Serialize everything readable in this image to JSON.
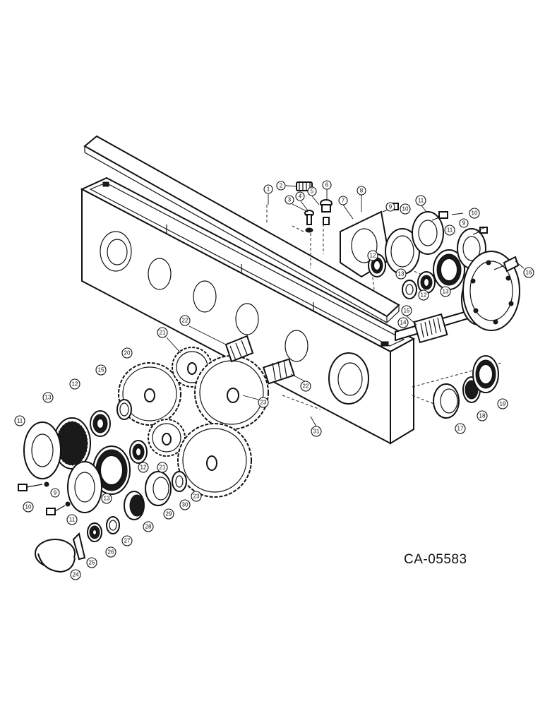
{
  "drawing": {
    "code": "CA-05583"
  },
  "callouts": [
    {
      "id": "c1",
      "label": "1"
    },
    {
      "id": "c2",
      "label": "2"
    },
    {
      "id": "c3",
      "label": "3"
    },
    {
      "id": "c4",
      "label": "4"
    },
    {
      "id": "c5",
      "label": "5"
    },
    {
      "id": "c6",
      "label": "6"
    },
    {
      "id": "c7",
      "label": "7"
    },
    {
      "id": "c8",
      "label": "8"
    },
    {
      "id": "c9a",
      "label": "9"
    },
    {
      "id": "c10a",
      "label": "10"
    },
    {
      "id": "c11a",
      "label": "11"
    },
    {
      "id": "c10b",
      "label": "10"
    },
    {
      "id": "c9b",
      "label": "9"
    },
    {
      "id": "c11b",
      "label": "11"
    },
    {
      "id": "c12a",
      "label": "12"
    },
    {
      "id": "c13a",
      "label": "13"
    },
    {
      "id": "c12b",
      "label": "12"
    },
    {
      "id": "c13b",
      "label": "13"
    },
    {
      "id": "c16",
      "label": "16"
    },
    {
      "id": "c15a",
      "label": "15"
    },
    {
      "id": "c14",
      "label": "14"
    },
    {
      "id": "c22a",
      "label": "22"
    },
    {
      "id": "c21a",
      "label": "21"
    },
    {
      "id": "c20",
      "label": "20"
    },
    {
      "id": "c15b",
      "label": "15"
    },
    {
      "id": "c12c",
      "label": "12"
    },
    {
      "id": "c13c",
      "label": "13"
    },
    {
      "id": "c11c",
      "label": "11"
    },
    {
      "id": "c22b",
      "label": "22"
    },
    {
      "id": "c23a",
      "label": "23"
    },
    {
      "id": "c31",
      "label": "31"
    },
    {
      "id": "c19",
      "label": "19"
    },
    {
      "id": "c18",
      "label": "18"
    },
    {
      "id": "c17",
      "label": "17"
    },
    {
      "id": "c12d",
      "label": "12"
    },
    {
      "id": "c21b",
      "label": "21"
    },
    {
      "id": "c13d",
      "label": "13"
    },
    {
      "id": "c9c",
      "label": "9"
    },
    {
      "id": "c10c",
      "label": "10"
    },
    {
      "id": "c11d",
      "label": "11"
    },
    {
      "id": "c29",
      "label": "29"
    },
    {
      "id": "c30",
      "label": "30"
    },
    {
      "id": "c23b",
      "label": "23"
    },
    {
      "id": "c28",
      "label": "28"
    },
    {
      "id": "c27",
      "label": "27"
    },
    {
      "id": "c26",
      "label": "26"
    },
    {
      "id": "c25",
      "label": "25"
    },
    {
      "id": "c24",
      "label": "24"
    }
  ]
}
